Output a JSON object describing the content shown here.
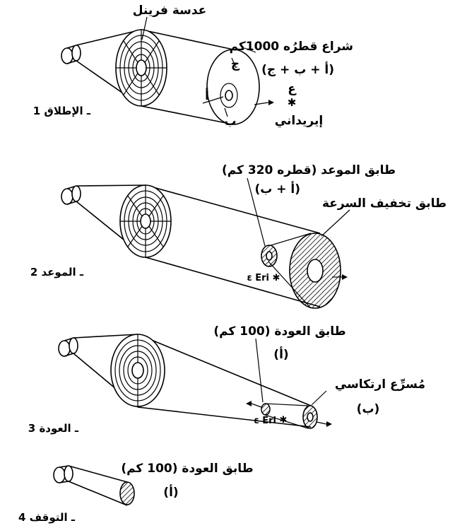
{
  "labels": {
    "fresnel_lens": "عدسة فرينل",
    "sail_diameter": "شراع قطرُه 1000كم",
    "sail_parts": "(أ + ب + ج)",
    "part_a": "أ",
    "part_b": "ب",
    "part_c": "ج",
    "star_e": "ع",
    "eridani": "إيريداني",
    "rendezvous_stage": "طابق الموعد (قطره 320 كم)",
    "rendezvous_parts": "(أ + ب)",
    "decel_stage": "طابق تخفيف السرعة",
    "e_eri_1": "ε Eri",
    "return_stage_1": "طابق العودة (100 كم)",
    "return_part_1": "(أ)",
    "eccentric_accel": "مُسرِّع ارتكاسي",
    "eccentric_part": "(ب)",
    "e_eri_2": "ε Eri",
    "return_stage_2": "طابق العودة (100 كم)",
    "return_part_2": "(أ)"
  },
  "stages": [
    {
      "label": "1 ـ الإطلاق"
    },
    {
      "label": "2 ـ الموعد"
    },
    {
      "label": "3 ـ العودة"
    },
    {
      "label": "4 ـ التوقف"
    }
  ]
}
